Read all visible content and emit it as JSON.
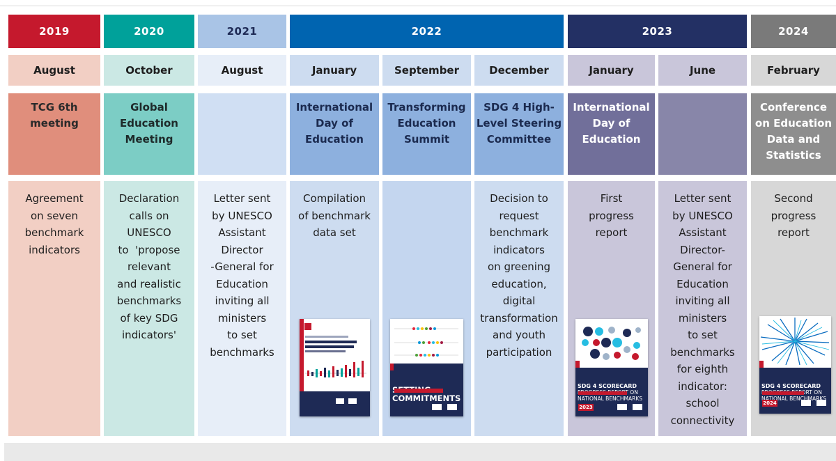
{
  "years": [
    "2019",
    "2020",
    "2021",
    "2022",
    "2023",
    "2024"
  ],
  "months": [
    "August",
    "October",
    "August",
    "January",
    "September",
    "December",
    "January",
    "June",
    "February"
  ],
  "events": [
    [
      "TCG 6th",
      "meeting"
    ],
    [
      "Global",
      "Education",
      "Meeting"
    ],
    [],
    [
      "International",
      "Day of",
      "Education"
    ],
    [
      "Transforming",
      "Education",
      "Summit"
    ],
    [
      "SDG 4 High-",
      "Level Steering",
      "Committee"
    ],
    [
      "International",
      "Day of",
      "Education"
    ],
    [],
    [
      "Conference",
      "on Education",
      "Data and",
      "Statistics"
    ]
  ],
  "descriptions": [
    [
      "Agreement",
      "on seven",
      "benchmark",
      "indicators"
    ],
    [
      "Declaration",
      "calls on",
      "UNESCO",
      "to  'propose",
      "relevant",
      "and realistic",
      "benchmarks",
      "of key SDG",
      "indicators'"
    ],
    [
      "Letter sent",
      "by UNESCO",
      "Assistant",
      "Director",
      "-General for",
      "Education",
      "inviting all",
      "ministers",
      "to set",
      "benchmarks"
    ],
    [
      "Compilation",
      "of benchmark",
      "data set"
    ],
    [],
    [
      "Decision to",
      "request",
      "benchmark",
      "indicators",
      "on greening",
      "education,",
      "digital",
      "transformation",
      "and youth",
      "participation"
    ],
    [
      "First",
      "progress",
      "report"
    ],
    [
      "Letter sent",
      "by UNESCO",
      "Assistant",
      "Director-",
      "General for",
      "Education",
      "inviting all",
      "ministers",
      "to set",
      "benchmarks",
      "for eighth",
      "indicator:",
      "school",
      "connectivity"
    ],
    [
      "Second",
      "progress",
      "report"
    ]
  ],
  "covers": {
    "c1": {
      "title": [
        "SETTING",
        "COMMITMENTS"
      ]
    },
    "c2": {
      "title": [
        "SDG 4 SCORECARD",
        "PROGRESS REPORT ON",
        "NATIONAL BENCHMARKS"
      ],
      "year": "2023"
    },
    "c3": {
      "title": [
        "SDG 4 SCORECARD",
        "PROGRESS REPORT ON",
        "NATIONAL BENCHMARKS"
      ],
      "year": "2024"
    }
  },
  "colors": {
    "y2019": "#c5192d",
    "y2020": "#00a19a",
    "y2021": "#a9c4e6",
    "y2022": "#0064b0",
    "y2023": "#233064",
    "y2024": "#7a7a7a"
  }
}
